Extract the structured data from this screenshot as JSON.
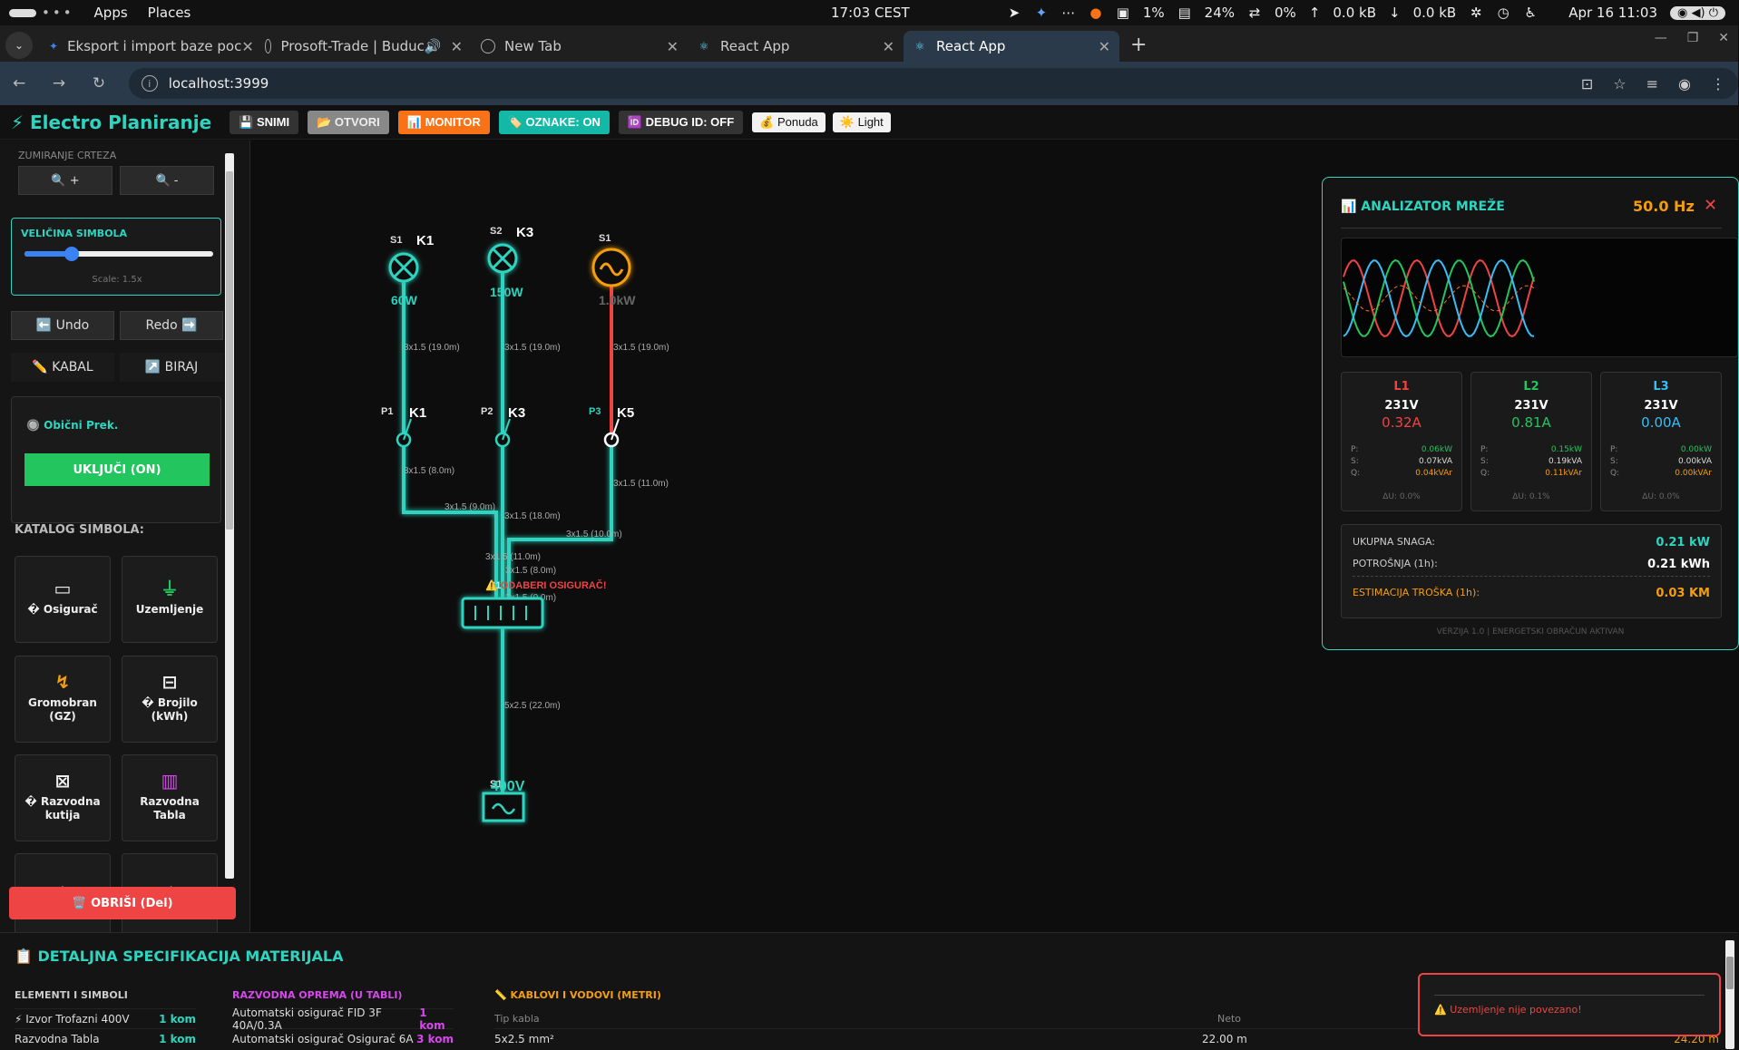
{
  "system": {
    "apps": "Apps",
    "places": "Places",
    "clock": "17:03 CEST",
    "cpu": "1%",
    "mem": "24%",
    "swap": "0%",
    "net_up": "0.0 kB",
    "net_down": "0.0 kB",
    "date": "Apr 16  11:03"
  },
  "tabs": [
    {
      "title": "Eksport i import baze poc",
      "favicon": "gemini-icon",
      "color": "#3b82f6"
    },
    {
      "title": "Prosoft-Trade | Buduc",
      "favicon": "globe-icon",
      "color": "#aaaaaa"
    },
    {
      "title": "New Tab",
      "favicon": "globe-icon",
      "color": "#aaaaaa"
    },
    {
      "title": "React App",
      "favicon": "react-icon",
      "color": "#61dafb"
    },
    {
      "title": "React App",
      "favicon": "react-icon",
      "color": "#61dafb"
    }
  ],
  "address": {
    "url": "localhost:3999"
  },
  "app": {
    "brand": "⚡ Electro Planiranje",
    "btn_snimi": "💾 SNIMI",
    "btn_otvori": "📂 OTVORI",
    "btn_monitor": "📊 MONITOR",
    "btn_oznake": "🏷️ OZNAKE: ON",
    "btn_debug": "🆔 DEBUG ID: OFF",
    "btn_ponuda": "💰 Ponuda",
    "btn_light": "☀️ Light"
  },
  "sidebar": {
    "zoom_label": "ZUMIRANJE CRTEZA",
    "zoom_in": "🔍 +",
    "zoom_out": "🔍 -",
    "size_label": "VELIČINA SIMBOLA",
    "size_scale": "Scale: 1.5x",
    "size_level": 0.25,
    "undo": "⬅️ Undo",
    "redo": "Redo ➡️",
    "kabal": "✏️ KABAL",
    "biraj": "↗️ BIRAJ",
    "prek_label": "🔘 Obični Prek.",
    "prek_on": "UKLJUČI (ON)",
    "catalog_title": "KATALOG SIMBOLA:",
    "catalog": [
      {
        "icon": "▭",
        "label": "� Osigurač",
        "color": "#eeeeee"
      },
      {
        "icon": "⏚",
        "label": "Uzemljenje",
        "color": "#22c55e"
      },
      {
        "icon": "↯",
        "label": "Gromobran (GZ)",
        "color": "#f59e0b"
      },
      {
        "icon": "⊟",
        "label": "� Brojilo (kWh)",
        "color": "#eeeeee"
      },
      {
        "icon": "⊠",
        "label": "� Razvodna kutija",
        "color": "#eeeeee"
      },
      {
        "icon": "▥",
        "label": "Razvodna Tabla",
        "color": "#d946ef"
      },
      {
        "icon": "♪",
        "label": "",
        "color": "#eeeeee"
      },
      {
        "icon": "♩",
        "label": "",
        "color": "#eeeeee"
      }
    ],
    "delete": "🗑️ OBRIŠI (Del)"
  },
  "canvas": {
    "lamp1": {
      "s": "S1",
      "k": "K1",
      "w": "60W"
    },
    "lamp2": {
      "s": "S2",
      "k": "K3",
      "w": "150W"
    },
    "src1": {
      "s": "S1",
      "w": "1.0kW"
    },
    "sw1": {
      "p": "P1",
      "k": "K1"
    },
    "sw2": {
      "p": "P2",
      "k": "K3"
    },
    "sw3": {
      "p": "P3",
      "k": "K5"
    },
    "cables": [
      "3x1.5 (19.0m)",
      "3x1.5 (19.0m)",
      "3x1.5 (19.0m)",
      "3x1.5 (8.0m)",
      "3x1.5 (9.0m)",
      "3x1.5 (18.0m)",
      "3x1.5 (11.0m)",
      "3x1.5 (10.0m)",
      "3x1.5 (11.0m)",
      "3x1.5 (8.0m)",
      "3x1.5 (0.0m)",
      "5x2.5 (22.0m)"
    ],
    "panel_label": "S1",
    "warning": "⚠️ ODABERI OSIGURAČ!",
    "supply_label": "S1",
    "supply_voltage": "400V"
  },
  "analyzer": {
    "title": "📊 ANALIZATOR MREŽE",
    "freq": "50.0 Hz",
    "close": "✕",
    "phases": [
      {
        "name": "L1",
        "color": "#ef4444",
        "v": "231V",
        "a": "0.32A",
        "p": "0.06kW",
        "s": "0.07kVA",
        "q": "0.04kVAr",
        "du": "ΔU: 0.0%"
      },
      {
        "name": "L2",
        "color": "#22c55e",
        "v": "231V",
        "a": "0.81A",
        "p": "0.15kW",
        "s": "0.19kVA",
        "q": "0.11kVAr",
        "du": "ΔU: 0.1%"
      },
      {
        "name": "L3",
        "color": "#38bdf8",
        "v": "231V",
        "a": "0.00A",
        "p": "0.00kW",
        "s": "0.00kVA",
        "q": "0.00kVAr",
        "du": "ΔU: 0.0%"
      }
    ],
    "p_label": "P:",
    "s_label": "S:",
    "q_label": "Q:",
    "total_label": "UKUPNA SNAGA:",
    "total_val": "0.21 kW",
    "cons_label": "POTROŠNJA (1h):",
    "cons_val": "0.21 kWh",
    "cost_label": "ESTIMACIJA TROŠKA (1h):",
    "cost_val": "0.03 KM",
    "version": "VERZIJA 1.0 | ENERGETSKI OBRAČUN AKTIVAN"
  },
  "spec": {
    "title": "📋 DETALJNA SPECIFIKACIJA MATERIJALA",
    "col1_title": "ELEMENTI I SIMBOLI",
    "col1": [
      {
        "name": "⚡ Izvor Trofazni 400V",
        "qty": "1 kom"
      },
      {
        "name": "Razvodna Tabla",
        "qty": "1 kom"
      }
    ],
    "col2_title": "RAZVODNA OPREMA (U TABLI)",
    "col2": [
      {
        "name": "Automatski osigurač FID 3F 40A/0.3A",
        "qty": "1 kom"
      },
      {
        "name": "Automatski osigurač Osigurač 6A",
        "qty": "3 kom"
      }
    ],
    "col3_title": "📏 KABLOVI I VODOVI (METRI)",
    "col3_head_type": "Tip kabla",
    "col3_head_net": "Neto",
    "col3": [
      {
        "type": "5x2.5 mm²",
        "net": "22.00 m",
        "gross": "24.20 m"
      }
    ],
    "toast": "⚠️ Uzemljenje nije povezano!"
  }
}
